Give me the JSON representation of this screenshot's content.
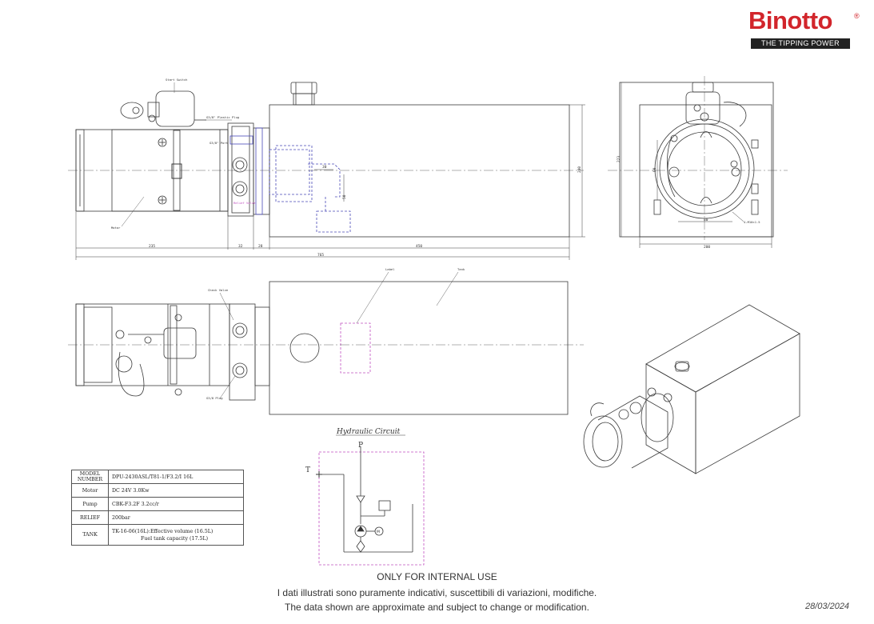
{
  "brand": {
    "name": "Binotto",
    "reg": "®",
    "tagline": "THE TIPPING POWER"
  },
  "drawing": {
    "callouts": {
      "start_switch": "Start Switch",
      "plastic_plug": "G3/8\" Plastic Plug",
      "motor": "Motor",
      "label": "Label",
      "tank": "Tank",
      "check_valve": "Check Valve",
      "g3_8_plug": "G3/8 Plug",
      "pressure_port": "G3/8\" Port",
      "relief": "Relief Valve",
      "mount_holes": "4-M10×1.5"
    },
    "dims": {
      "d235": "235",
      "d32": "32",
      "d28": "28",
      "d450": "450",
      "d765": "765",
      "d200": "200",
      "d200b": "200",
      "d223": "223",
      "d30": "30",
      "d50": "50",
      "d80": "80",
      "d90": "90"
    },
    "circuit": {
      "title": "Hydraulic Circuit",
      "p": "P",
      "t": "T",
      "m": "M"
    }
  },
  "spec": [
    {
      "key": "MODEL NUMBER",
      "value": "DPU-2430ASL/T81-1/F3.2/I 16L"
    },
    {
      "key": "Motor",
      "value": "DC 24V  3.0Kw"
    },
    {
      "key": "Pump",
      "value": "CBK-F3.2F  3.2cc/r"
    },
    {
      "key": "RELIEF",
      "value": "200bar"
    },
    {
      "key": "TANK",
      "value": "TK-16-06(16L):Effective volume (16.5L)",
      "value2": "Fuel tank capacity (17.5L)"
    }
  ],
  "footer": {
    "internal": "ONLY FOR INTERNAL USE",
    "italian": "I dati illustrati sono puramente indicativi,  suscettibili di variazioni, modifiche.",
    "english": "The data shown are approximate and subject to change or modification.",
    "date": "28/03/2024"
  }
}
